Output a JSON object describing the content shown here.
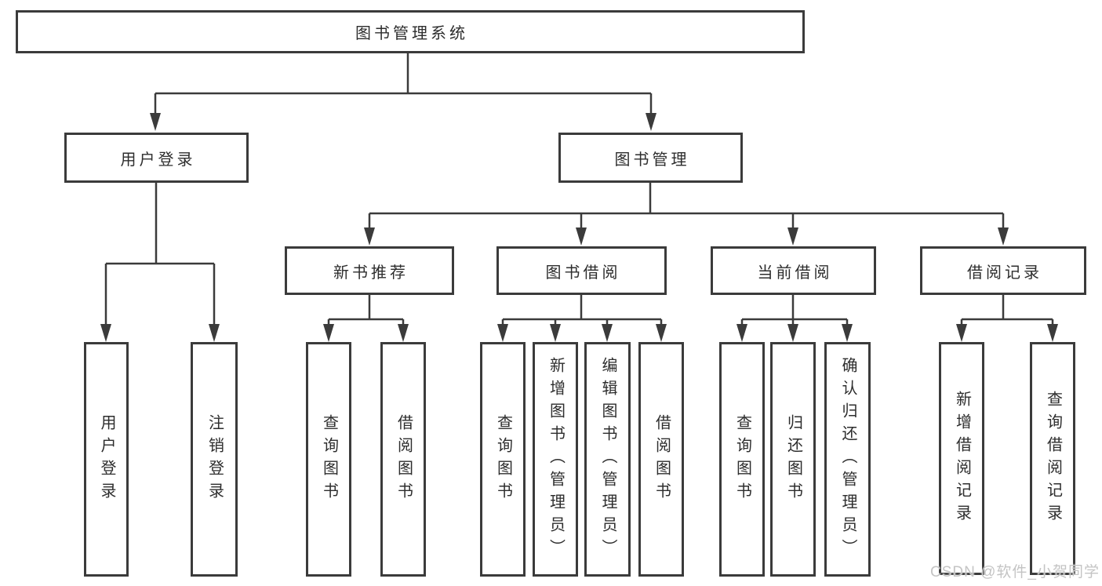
{
  "diagram": {
    "title": "图书管理系统",
    "branches": [
      {
        "label": "用户登录",
        "leaves": [
          "用户登录",
          "注销登录"
        ]
      },
      {
        "label": "图书管理",
        "sections": [
          {
            "label": "新书推荐",
            "leaves": [
              "查询图书",
              "借阅图书"
            ]
          },
          {
            "label": "图书借阅",
            "leaves": [
              "查询图书",
              "新增图书（管理员）",
              "编辑图书（管理员）",
              "借阅图书"
            ]
          },
          {
            "label": "当前借阅",
            "leaves": [
              "查询图书",
              "归还图书",
              "确认归还（管理员）"
            ]
          },
          {
            "label": "借阅记录",
            "leaves": [
              "新增借阅记录",
              "查询借阅记录"
            ]
          }
        ]
      }
    ]
  },
  "watermark": {
    "text": "CSDN @软件_小贺同学"
  },
  "colors": {
    "line": "#3b3b3b",
    "text": "#2d2d2d",
    "watermark": "#c4c4c4",
    "background": "#ffffff"
  }
}
